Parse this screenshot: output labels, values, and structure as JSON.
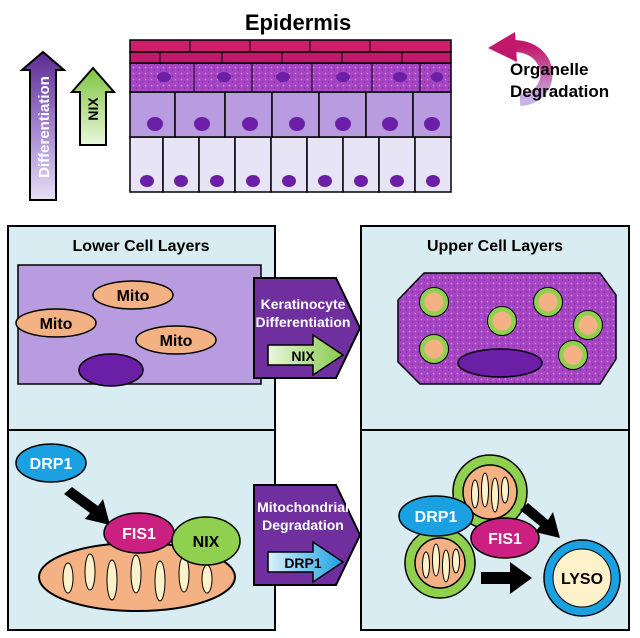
{
  "top": {
    "title": "Epidermis",
    "differentiation_label": "Differentiation",
    "nix_label": "NIX",
    "organelle_line1": "Organelle",
    "organelle_line2": "Degradation"
  },
  "panels": {
    "lower_title": "Lower Cell Layers",
    "upper_title": "Upper Cell Layers",
    "mito_label": "Mito",
    "keratinocyte_line1": "Keratinocyte",
    "keratinocyte_line2": "Differentiation",
    "nix_arrow_label": "NIX",
    "drp1_label": "DRP1",
    "fis1_label": "FIS1",
    "nix_label": "NIX",
    "mito_deg_line1": "Mitochondrial",
    "mito_deg_line2": "Degradation",
    "drp1_arrow_label": "DRP1",
    "lyso_label": "LYSO"
  },
  "colors": {
    "panel_bg": "#d9ecf1",
    "arrow_purple": "#6f2f9f",
    "nix_green": "#8fd14f",
    "drp1_blue": "#1ba1e2",
    "fis1_magenta": "#cc1f82",
    "mito_peach": "#f4b183",
    "cell_lilac": "#b99be0",
    "top_pink": "#cc1f69"
  }
}
